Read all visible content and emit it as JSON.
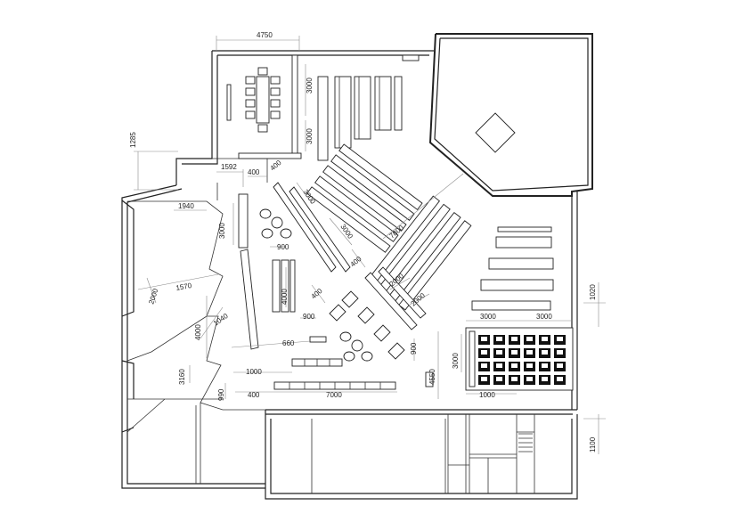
{
  "dimensions": [
    {
      "id": "top-width",
      "label": "4750"
    },
    {
      "id": "left-offset",
      "label": "1285"
    },
    {
      "id": "corridor",
      "label": "1592"
    },
    {
      "id": "shelf-gap",
      "label": "400"
    },
    {
      "id": "west-wall",
      "label": "1940"
    },
    {
      "id": "bench-len",
      "label": "3000"
    },
    {
      "id": "bay-1",
      "label": "3000"
    },
    {
      "id": "bay-2",
      "label": "3000"
    },
    {
      "id": "diag-shelf-a",
      "label": "3000"
    },
    {
      "id": "diag-shelf-b",
      "label": "3000"
    },
    {
      "id": "diag-long",
      "label": "7800"
    },
    {
      "id": "diag-gap-a",
      "label": "400"
    },
    {
      "id": "diag-gap-b",
      "label": "400"
    },
    {
      "id": "diag-gap-c",
      "label": "400"
    },
    {
      "id": "center-spacing",
      "label": "900"
    },
    {
      "id": "table-width",
      "label": "900"
    },
    {
      "id": "desk-len",
      "label": "4000"
    },
    {
      "id": "room-depth",
      "label": "2000"
    },
    {
      "id": "room-width",
      "label": "1570"
    },
    {
      "id": "slant",
      "label": "1040"
    },
    {
      "id": "west-depth",
      "label": "4000"
    },
    {
      "id": "lower-offset",
      "label": "660"
    },
    {
      "id": "stool-gap",
      "label": "900"
    },
    {
      "id": "mid-2000-a",
      "label": "2000"
    },
    {
      "id": "mid-2000-b",
      "label": "2000"
    },
    {
      "id": "bench-step",
      "label": "1000"
    },
    {
      "id": "sw-depth",
      "label": "3160"
    },
    {
      "id": "sw-small",
      "label": "990"
    },
    {
      "id": "south-gap",
      "label": "400"
    },
    {
      "id": "south-bench",
      "label": "7000"
    },
    {
      "id": "seat-left",
      "label": "3000"
    },
    {
      "id": "seat-right",
      "label": "3000"
    },
    {
      "id": "seat-depth",
      "label": "3000"
    },
    {
      "id": "east-depth",
      "label": "4550"
    },
    {
      "id": "east-step",
      "label": "1000"
    },
    {
      "id": "right-upper",
      "label": "1020"
    },
    {
      "id": "right-lower",
      "label": "1100"
    }
  ]
}
